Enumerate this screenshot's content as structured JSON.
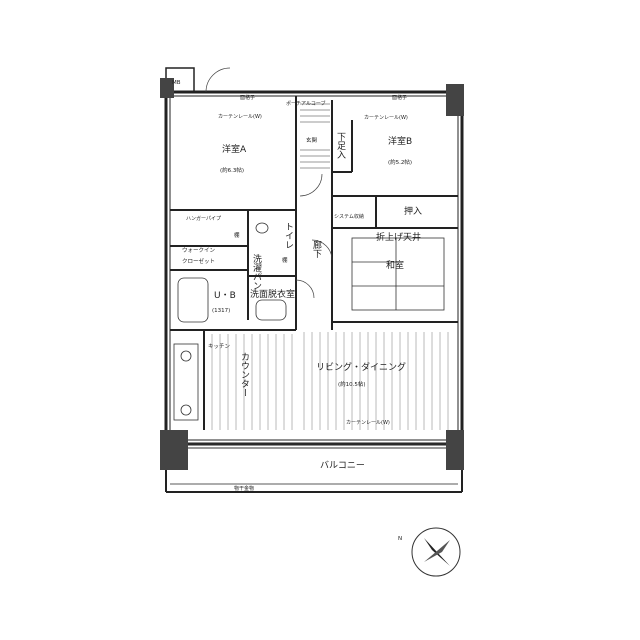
{
  "labels": {
    "mb": "MB",
    "grille": "面格子",
    "alcove": "ポーチアルコーブ",
    "curtain_rail_w": "カーテンレール(W)",
    "entrance": "玄関",
    "shoe_rack": "下足入",
    "room_a": "洋室A",
    "room_a_size": "(約6.3帖)",
    "room_b": "洋室B",
    "room_b_size": "(約5.2帖)",
    "oshiire": "押入",
    "system_storage": "システム収納",
    "hanger_pipe": "ハンガーパイプ",
    "shelf": "棚",
    "toilet": "トイレ",
    "hall": "廊下",
    "walk_in": "ウォークイン",
    "closet": "クローゼット",
    "washer_pan": "洗濯パン",
    "raised_ceiling": "折上げ天井",
    "washitsu": "和室",
    "unit_bath": "U・B",
    "unit_bath_size": "(1317)",
    "dressing_room": "洗面脱衣室",
    "kitchen": "キッチン",
    "counter": "カウンター",
    "living": "リビング・ダイニング",
    "living_size": "(約10.5帖)",
    "balcony": "バルコニー",
    "railing": "物干金物",
    "compass_n": "N"
  }
}
